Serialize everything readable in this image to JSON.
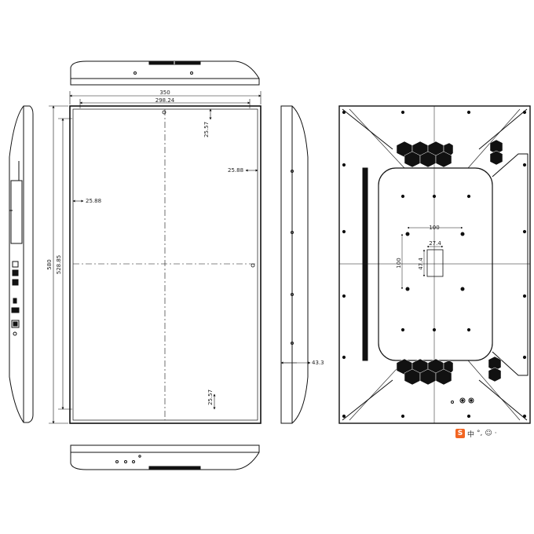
{
  "drawing": {
    "dimensions": {
      "width_outer": "350",
      "width_active": "298.24",
      "height_outer": "580",
      "height_active": "528.85",
      "border_top": "25.57",
      "border_bottom": "25.57",
      "border_left": "25.88",
      "border_right": "25.88",
      "depth": "43.3"
    },
    "vesa": {
      "horizontal": "100",
      "vertical": "100",
      "slot_width": "27.4",
      "slot_height": "47.4"
    }
  },
  "ime_toolbar": {
    "logo": "S",
    "mode": "中",
    "punct": "°,",
    "emoji_icon": "☺",
    "extra": "·"
  },
  "colors": {
    "line": "#111111",
    "ime_logo": "#f26522"
  }
}
